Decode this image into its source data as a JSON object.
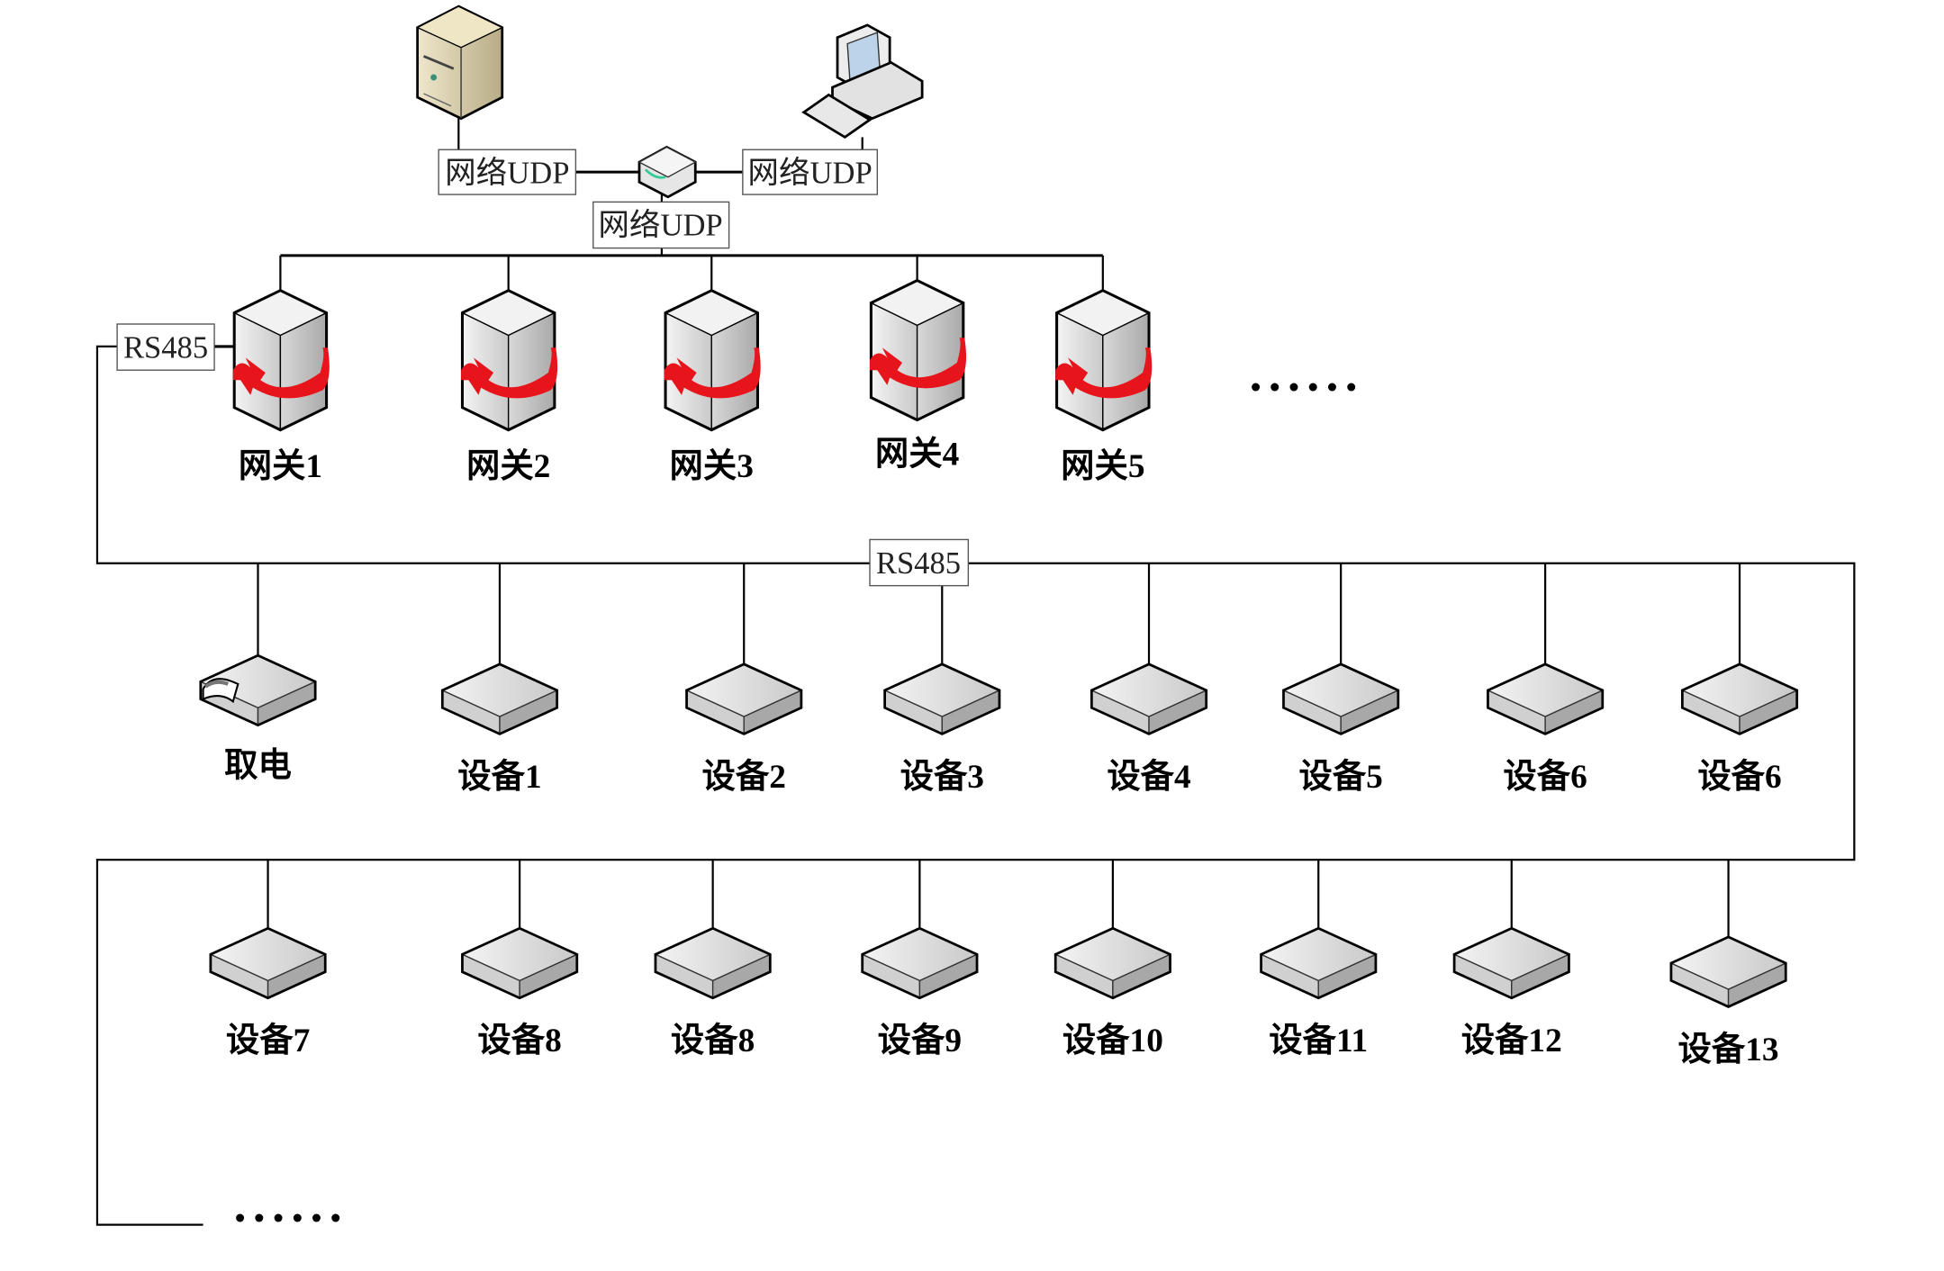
{
  "links": {
    "server_link": "网络UDP",
    "pc_link": "网络UDP",
    "router_link": "网络UDP",
    "gateway_bus": "RS485",
    "device_bus": "RS485"
  },
  "gateways": [
    {
      "label": "网关1"
    },
    {
      "label": "网关2"
    },
    {
      "label": "网关3"
    },
    {
      "label": "网关4"
    },
    {
      "label": "网关5"
    }
  ],
  "gateway_more": "······",
  "row1": [
    {
      "label": "取电",
      "icon": "power-tap"
    },
    {
      "label": "设备1"
    },
    {
      "label": "设备2"
    },
    {
      "label": "设备3"
    },
    {
      "label": "设备4"
    },
    {
      "label": "设备5"
    },
    {
      "label": "设备6"
    },
    {
      "label": "设备6"
    }
  ],
  "row2": [
    {
      "label": "设备7"
    },
    {
      "label": "设备8"
    },
    {
      "label": "设备8"
    },
    {
      "label": "设备9"
    },
    {
      "label": "设备10"
    },
    {
      "label": "设备11"
    },
    {
      "label": "设备12"
    },
    {
      "label": "设备13"
    }
  ],
  "device_more": "······",
  "colors": {
    "arrow": "#e8141b",
    "server": "#d9cfae",
    "device": "#e4e4e4"
  }
}
